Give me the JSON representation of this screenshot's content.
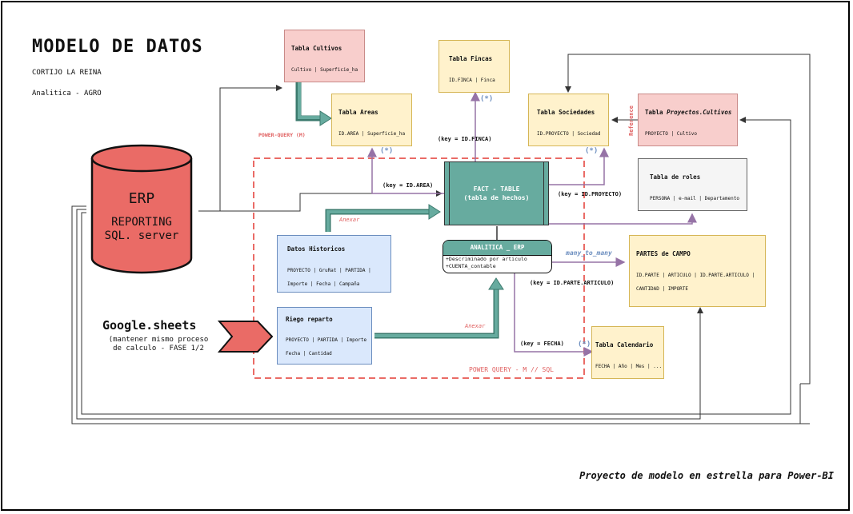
{
  "title": "MODELO DE DATOS",
  "subtitle": "CORTIJO LA REINA",
  "subtitle2": "Analitica - AGRO",
  "erp": {
    "title": "ERP",
    "line1": "REPORTING",
    "line2": "SQL. server"
  },
  "google": {
    "title": "Google.sheets",
    "note1": "(mantener mismo proceso",
    "note2": "de calculo - FASE 1/2"
  },
  "tables": {
    "cultivos": {
      "title": "Tabla Cultivos",
      "fields": "Cultivo | Superficie_ha"
    },
    "areas": {
      "title": "Tabla Areas",
      "fields": "ID.AREA | Superficie_ha"
    },
    "fincas": {
      "title": "Tabla Fincas",
      "fields": "ID.FINCA | Finca"
    },
    "sociedades": {
      "title": "Tabla Sociedades",
      "fields": "ID.PROYECTO | Sociedad"
    },
    "proyectos": {
      "title_prefix": "Tabla ",
      "title_italic": "Proyectos.Cultivos",
      "fields": "PROYECTO | Cultivo"
    },
    "roles": {
      "title": "Tabla de roles",
      "fields": "PERSONA | e-mail | Departamento"
    },
    "partes": {
      "title": "PARTES de CAMPO",
      "fields1": "ID.PARTE | ARTICULO | ID.PARTE.ARTICULO |",
      "fields2": "CANTIDAD | IMPORTE"
    },
    "calendario": {
      "title": "Tabla Calendario",
      "fields": "FECHA | Año | Mes | ..."
    },
    "historicos": {
      "title": "Datos Historicos",
      "fields1": "PROYECTO | GruRat | PARTIDA |",
      "fields2": "Importe | Fecha | Campaña"
    },
    "riego": {
      "title": "Riego reparto",
      "fields1": "PROYECTO | PARTIDA | Importe",
      "fields2": "Fecha | Cantidad"
    }
  },
  "fact": {
    "line1": "FACT - TABLE",
    "line2": "(tabla de hechos)"
  },
  "analitica": {
    "title": "ANALITICA _ ERP",
    "line1": "+Descriminado por articulo",
    "line2": "+CUENTA_contable"
  },
  "labels": {
    "power_query_m": "POWER-QUERY (M)",
    "reference": "Reference",
    "key_finca": "(key = ID.FINCA)",
    "key_area": "(key = ID.AREA)",
    "key_proyecto": "(key = ID.PROYECTO)",
    "key_parte": "(key = ID.PARTE.ARTICULO)",
    "key_fecha": "(key = FECHA)",
    "many_to_many": "many_to_many",
    "anexar1": "Anexar",
    "anexar2": "Anexar",
    "pq_sql": "POWER QUERY - M // SQL",
    "star": "(*)"
  },
  "footer": "Proyecto de modelo en estrella para Power-BI",
  "colors": {
    "erp": "#ea6b66",
    "fact": "#67ab9f",
    "arrow_purple": "#9673a6",
    "dashed": "#ea6b66"
  }
}
